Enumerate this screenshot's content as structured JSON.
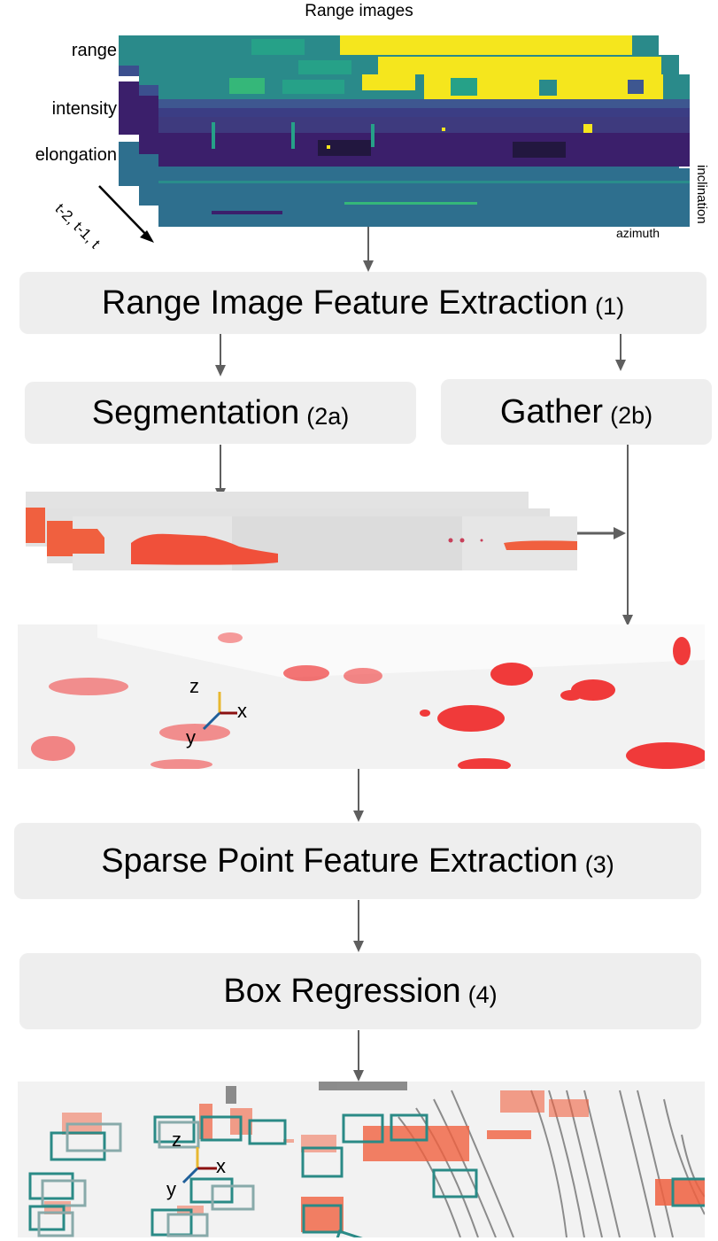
{
  "header": {
    "title": "Range images"
  },
  "range_images": {
    "channel_labels": [
      "range",
      "intensity",
      "elongation"
    ],
    "time_label": "t-2, t-1, t",
    "axis_horizontal": "azimuth",
    "axis_vertical": "inclination",
    "colormap": {
      "dark": "#3b1f6b",
      "mid": "#2e6f8e",
      "teal": "#26a188",
      "yellow": "#f5e61d"
    }
  },
  "stages": {
    "s1": {
      "label": "Range Image Feature Extraction",
      "num": "(1)"
    },
    "s2a": {
      "label": "Segmentation",
      "num": "(2a)"
    },
    "s2b": {
      "label": "Gather",
      "num": "(2b)"
    },
    "s3": {
      "label": "Sparse Point Feature Extraction",
      "num": "(3)"
    },
    "s4": {
      "label": "Box Regression",
      "num": "(4)"
    }
  },
  "pointcloud_axes": {
    "z": "z",
    "x": "x",
    "y": "y"
  },
  "colors": {
    "stage_bg": "#eeeeee",
    "arrow": "#5f5f5f",
    "foreground_points": "#f0463c",
    "segmentation_bg": "#dcdcdc",
    "box_outline": "#2a8a86",
    "background_points": "#7a7a7a",
    "axis_x": "#8b1010",
    "axis_y": "#1f5f9a",
    "axis_z": "#e8b830"
  }
}
